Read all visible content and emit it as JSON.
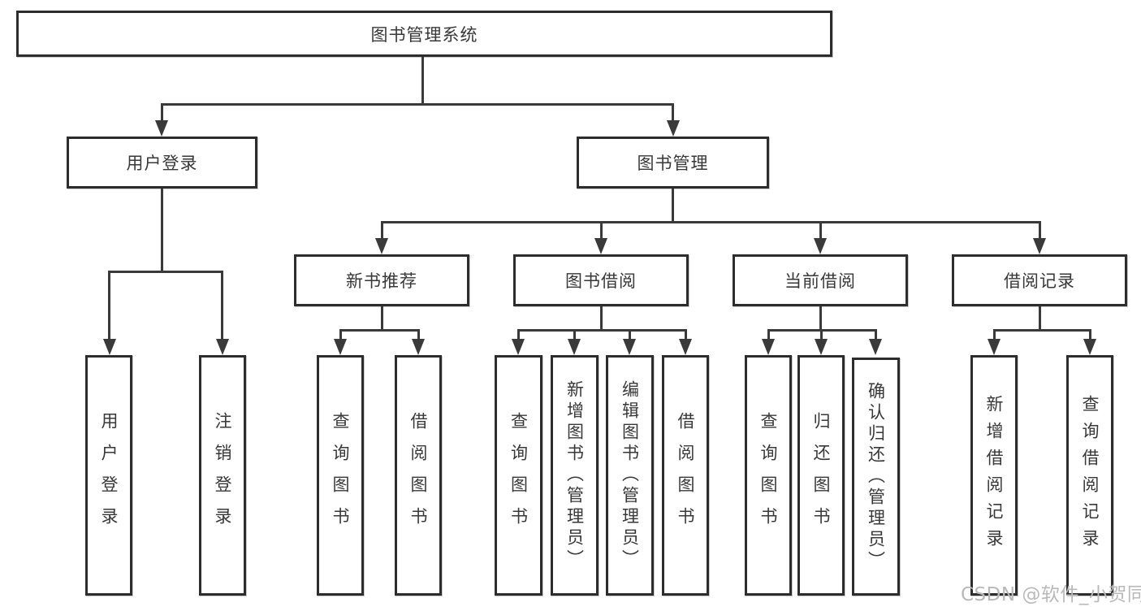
{
  "diagram": {
    "root": "图书管理系统",
    "level2": [
      "用户登录",
      "图书管理"
    ],
    "level3": [
      "新书推荐",
      "图书借阅",
      "当前借阅",
      "借阅记录"
    ],
    "leaves": {
      "user_login_group": [
        "用户登录",
        "注销登录"
      ],
      "new_book_group": [
        "查询图书",
        "借阅图书"
      ],
      "book_borrow_group": [
        "查询图书",
        "新增图书（管理员）",
        "编辑图书（管理员）",
        "借阅图书"
      ],
      "current_borrow_group": [
        "查询图书",
        "归还图书",
        "确认归还（管理员）"
      ],
      "borrow_record_group": [
        "新增借阅记录",
        "查询借阅记录"
      ]
    },
    "watermark": "CSDN @软件_小贺同学",
    "colors": {
      "line": "#3a3a3a",
      "border": "#2d2d2d",
      "text": "#383838",
      "watermark": "#b9b9b9",
      "background": "#ffffff"
    }
  }
}
